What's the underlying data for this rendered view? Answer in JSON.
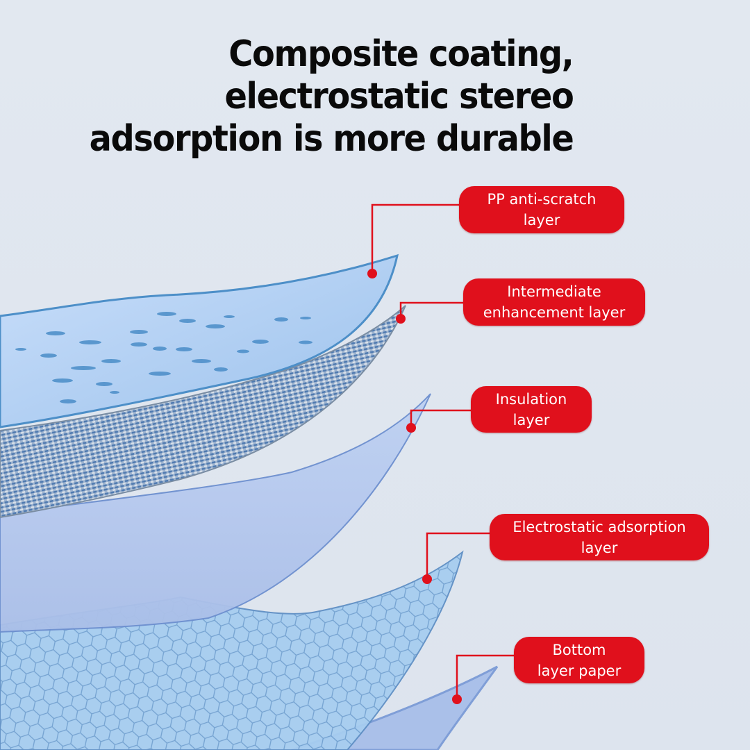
{
  "headline": {
    "lines": [
      "Composite coating,",
      "electrostatic stereo",
      "adsorption is more durable"
    ]
  },
  "layers": [
    {
      "id": "pp-anti-scratch",
      "lines": [
        "PP anti-scratch",
        "layer"
      ]
    },
    {
      "id": "intermediate-enhancement",
      "lines": [
        "Intermediate",
        "enhancement layer"
      ]
    },
    {
      "id": "insulation",
      "lines": [
        "Insulation",
        "layer"
      ]
    },
    {
      "id": "electrostatic-adsorption",
      "lines": [
        "Electrostatic adsorption",
        "layer"
      ]
    },
    {
      "id": "bottom-paper",
      "lines": [
        "Bottom",
        "layer paper"
      ]
    }
  ],
  "colors": {
    "accent_red": "#e0101c",
    "headline": "#0a0a0a",
    "background": "#dfe5ee",
    "layer_blue": "#a9c8ec"
  }
}
